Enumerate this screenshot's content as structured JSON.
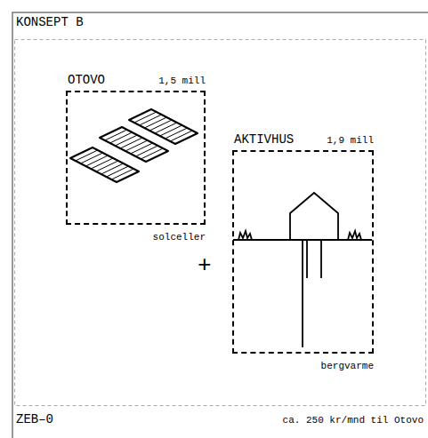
{
  "diagram": {
    "title": "KONSEPT B",
    "nodes": [
      {
        "text": [
          "OTOVO",
          "1,5 mill",
          "solceller"
        ]
      },
      {
        "text": [
          "AKTIVHUS",
          "1,9 mill",
          "bergvarme"
        ]
      }
    ],
    "labels": [
      "+",
      "ZEB–0",
      "ca. 250 kr/mnd til Otovo"
    ]
  }
}
